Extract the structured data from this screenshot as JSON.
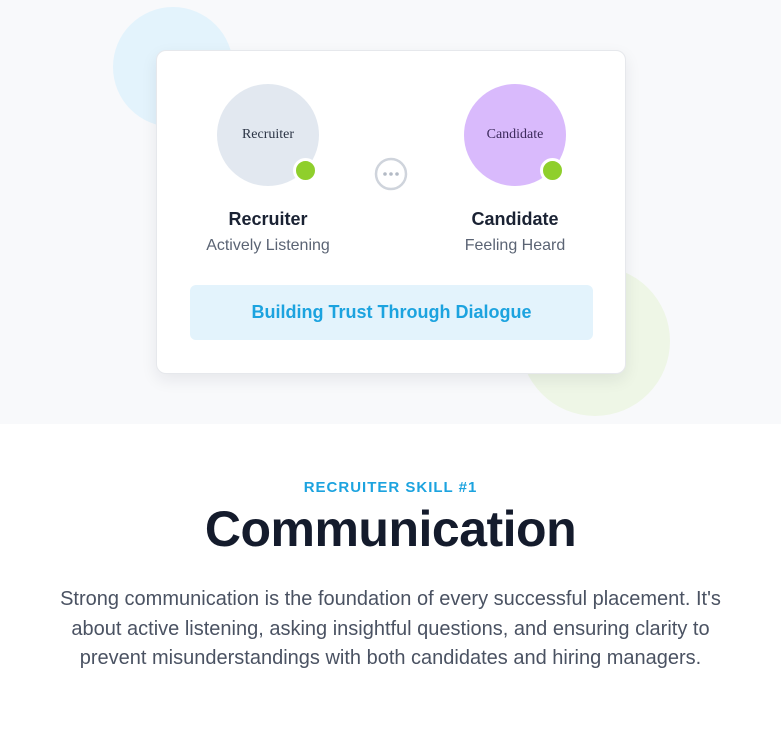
{
  "hero": {
    "recruiter": {
      "avatar_label": "Recruiter",
      "name": "Recruiter",
      "status": "Actively Listening"
    },
    "candidate": {
      "avatar_label": "Candidate",
      "name": "Candidate",
      "status": "Feeling Heard"
    },
    "connector_icon": "chat-dots-icon",
    "banner": "Building Trust Through Dialogue"
  },
  "section": {
    "eyebrow": "RECRUITER SKILL #1",
    "title": "Communication",
    "description": "Strong communication is the foundation of every successful placement. It's about active listening, asking insightful questions, and ensuring clarity to prevent misunderstandings with both candidates and hiring managers."
  },
  "colors": {
    "accent": "#1ca3df",
    "online": "#8fcf2c",
    "recruiter_avatar": "#e2e8f0",
    "candidate_avatar": "#d9bafc",
    "banner_bg": "#e3f3fc",
    "title": "#141b2c"
  }
}
